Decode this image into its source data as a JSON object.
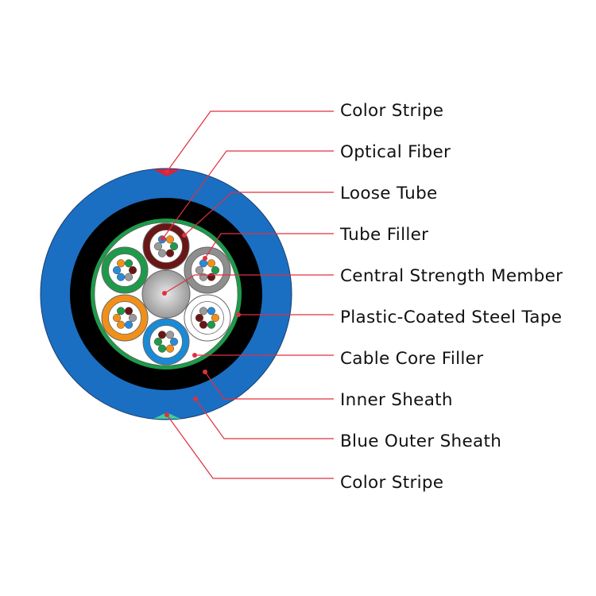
{
  "labels": [
    "Color Stripe",
    "Optical Fiber",
    "Loose Tube",
    "Tube Filler",
    "Central Strength Member",
    "Plastic-Coated Steel Tape",
    "Cable Core Filler",
    "Inner Sheath",
    "Blue Outer Sheath",
    "Color Stripe"
  ],
  "colors": {
    "leader": "#e0303f",
    "outer_sheath": "#1a6fc2",
    "inner_sheath": "#000000",
    "steel_tape": "#1f9a4a",
    "stripe_top": "#e0203a",
    "stripe_bottom": "#3fd09a"
  },
  "tubes": [
    {
      "name": "brown",
      "color": "#6b1616",
      "fibers": [
        "#2a8ad6",
        "#f0901a",
        "#1f9a4a",
        "#6b1616",
        "#9a9a9a",
        "#9a9a9a"
      ]
    },
    {
      "name": "gray",
      "color": "#8e8e8e",
      "fibers": [
        "#2a8ad6",
        "#f0901a",
        "#1f9a4a",
        "#6b1616",
        "#9a9a9a",
        "#9a9a9a"
      ]
    },
    {
      "name": "white",
      "color": "#ffffff",
      "fibers": [
        "#9a9a9a",
        "#2a8ad6",
        "#f0901a",
        "#1f9a4a",
        "#6b1616",
        "#6b1616"
      ]
    },
    {
      "name": "blue",
      "color": "#1a8ad6",
      "fibers": [
        "#6b1616",
        "#9a9a9a",
        "#2a8ad6",
        "#f0901a",
        "#1f9a4a",
        "#1f9a4a"
      ]
    },
    {
      "name": "orange",
      "color": "#f0901a",
      "fibers": [
        "#1f9a4a",
        "#6b1616",
        "#9a9a9a",
        "#2a8ad6",
        "#f0901a",
        "#f0901a"
      ]
    },
    {
      "name": "green",
      "color": "#1f9a4a",
      "fibers": [
        "#f0901a",
        "#1f9a4a",
        "#6b1616",
        "#9a9a9a",
        "#2a8ad6",
        "#2a8ad6"
      ]
    }
  ]
}
